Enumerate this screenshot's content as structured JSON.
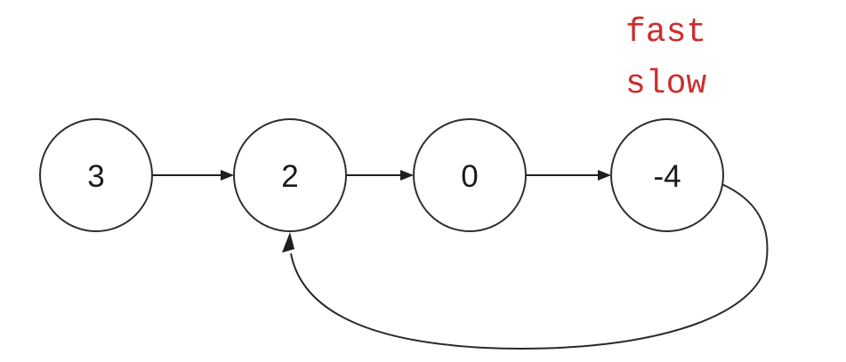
{
  "diagram": {
    "background_color": "#ffffff",
    "node_stroke_color": "#2e2e2e",
    "edge_color": "#1f1f1f",
    "label_color": "#cc2e2e",
    "nodes": [
      {
        "value": "3"
      },
      {
        "value": "2"
      },
      {
        "value": "0"
      },
      {
        "value": "-4"
      }
    ],
    "edges": [
      {
        "from": "3",
        "to": "2",
        "type": "next"
      },
      {
        "from": "2",
        "to": "0",
        "type": "next"
      },
      {
        "from": "0",
        "to": "-4",
        "type": "next"
      },
      {
        "from": "-4",
        "to": "2",
        "type": "cycle"
      }
    ],
    "pointer_labels": [
      {
        "text": "fast"
      },
      {
        "text": "slow"
      }
    ]
  }
}
